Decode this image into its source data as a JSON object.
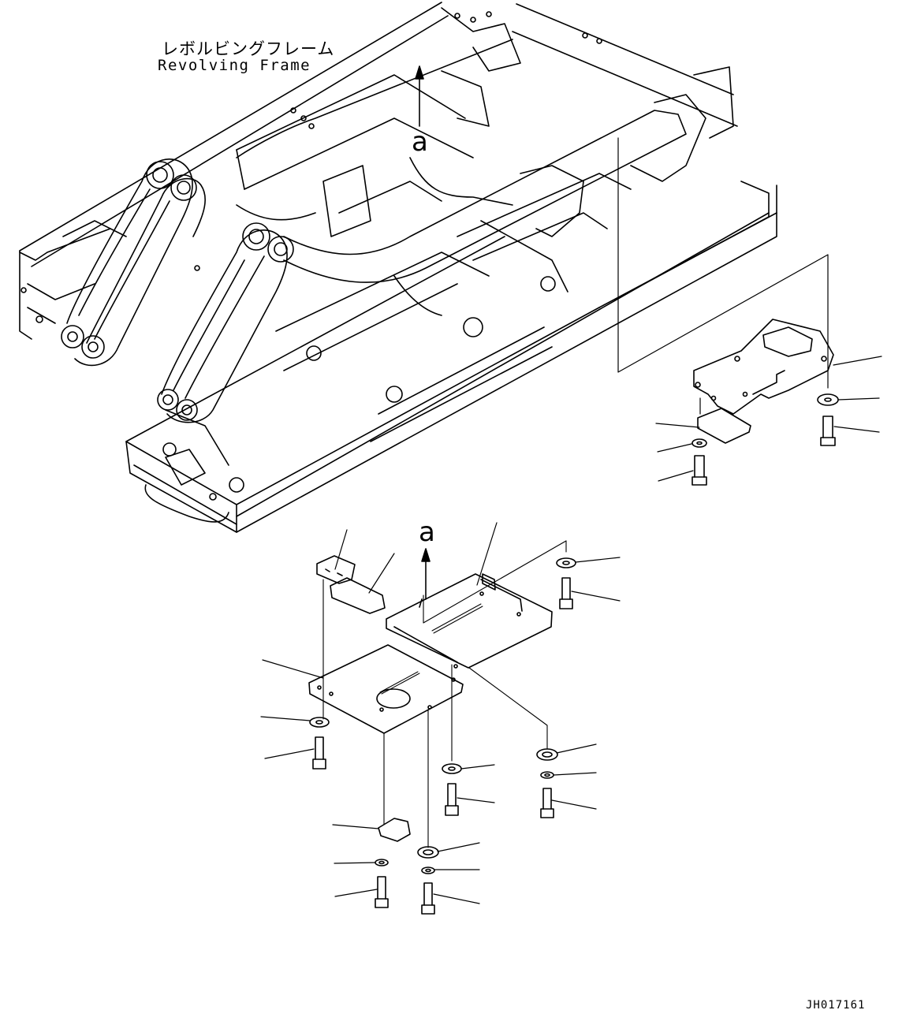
{
  "frame_label": {
    "japanese": "レボルビングフレーム",
    "english": "Revolving Frame"
  },
  "view_marker": "a",
  "view_marker_detail": "a",
  "drawing_number": "JH017161"
}
